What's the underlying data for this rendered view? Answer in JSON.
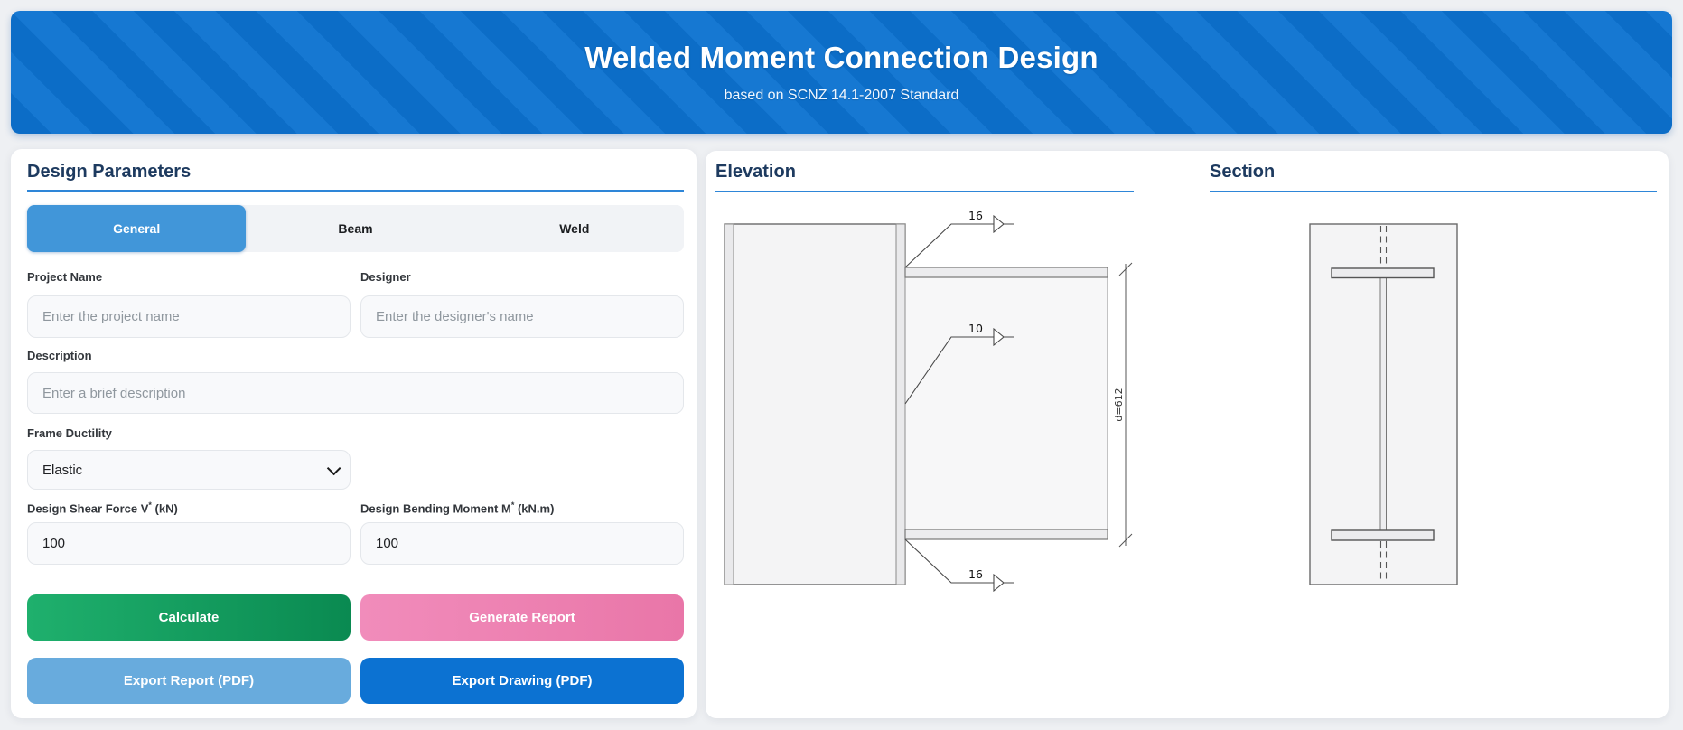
{
  "header": {
    "title": "Welded Moment Connection Design",
    "subtitle": "based on SCNZ 14.1-2007 Standard"
  },
  "panel": {
    "title": "Design Parameters",
    "tabs": [
      {
        "label": "General",
        "active": true
      },
      {
        "label": "Beam",
        "active": false
      },
      {
        "label": "Weld",
        "active": false
      }
    ],
    "fields": {
      "project_name": {
        "label": "Project Name",
        "placeholder": "Enter the project name",
        "value": ""
      },
      "designer": {
        "label": "Designer",
        "placeholder": "Enter the designer's name",
        "value": ""
      },
      "description": {
        "label": "Description",
        "placeholder": "Enter a brief description",
        "value": ""
      },
      "frame_ductility": {
        "label": "Frame Ductility",
        "value": "Elastic"
      },
      "shear_force": {
        "label_main": "Design Shear Force V",
        "label_sup": "*",
        "label_unit": " (kN)",
        "value": "100"
      },
      "bending_moment": {
        "label_main": "Design Bending Moment M",
        "label_sup": "*",
        "label_unit": " (kN.m)",
        "value": "100"
      }
    },
    "buttons": {
      "calculate": "Calculate",
      "generate_report": "Generate Report",
      "export_report": "Export Report (PDF)",
      "export_drawing": "Export Drawing (PDF)"
    }
  },
  "drawings": {
    "elevation": {
      "title": "Elevation",
      "weld_top": "16",
      "weld_middle": "10",
      "weld_bottom": "16",
      "dimension": "d=612"
    },
    "section": {
      "title": "Section"
    }
  },
  "colors": {
    "accent_blue": "#2e86d8",
    "active_tab": "#4196d9",
    "header_stripe_dark": "#0c6dc7",
    "header_stripe_light": "#1678d2",
    "calculate_green": "#0a8a51",
    "generate_pink": "#ee84b4",
    "export_light_blue": "#68abdd",
    "export_blue": "#0c72d2"
  }
}
